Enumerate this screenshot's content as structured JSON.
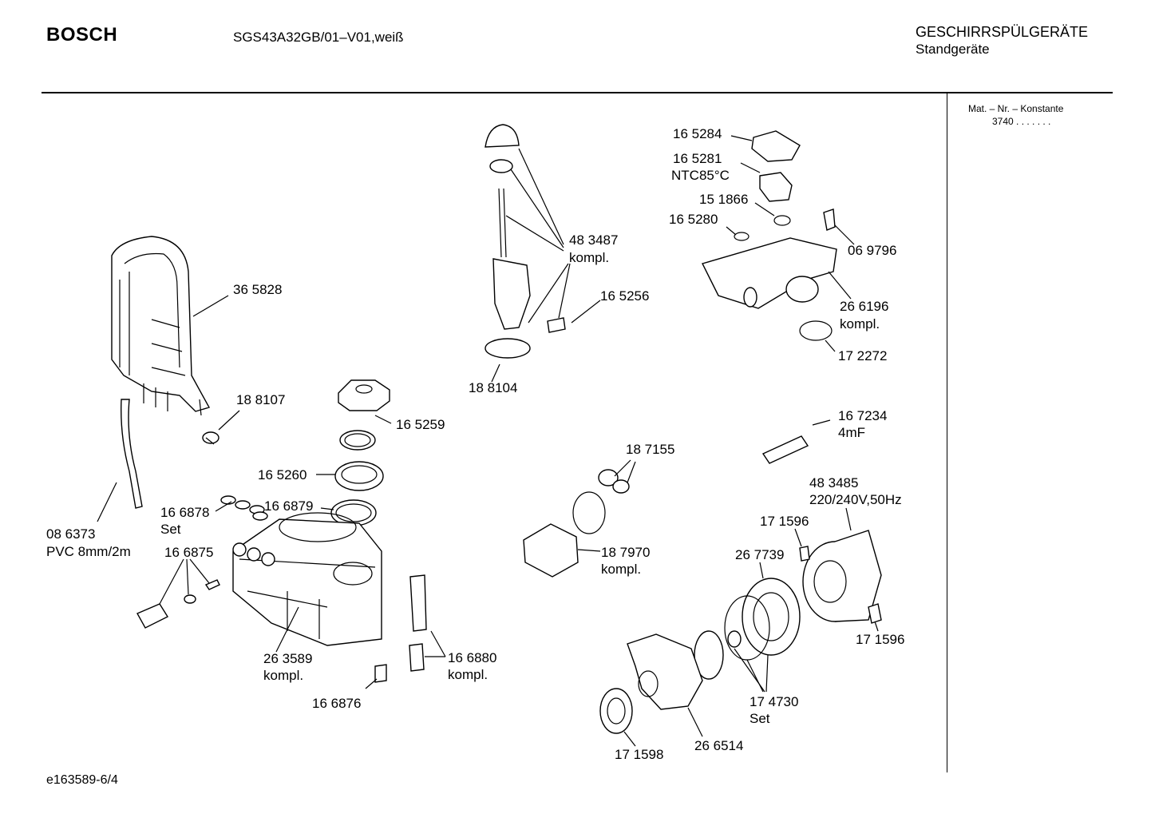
{
  "header": {
    "brand": "BOSCH",
    "model": "SGS43A32GB/01–V01,weiß",
    "category_line1": "GESCHIRRSPÜLGERÄTE",
    "category_line2": "Standgeräte"
  },
  "side_panel": {
    "line1": "Mat. – Nr. – Konstante",
    "line2": "3740  .  .  .   .  .  .  ."
  },
  "footer": {
    "code": "e163589-6/4"
  },
  "labels": {
    "p365828": "36 5828",
    "p188107": "18 8107",
    "p086373": "08 6373",
    "p086373_desc": "PVC 8mm/2m",
    "p166878": "16 6878",
    "p166878_desc": "Set",
    "p166875": "16 6875",
    "p165259": "16 5259",
    "p165260": "16 5260",
    "p166879": "16 6879",
    "p263589": "26 3589",
    "p263589_desc": "kompl.",
    "p166876": "16 6876",
    "p166880": "16 6880",
    "p166880_desc": "kompl.",
    "p483487": "48 3487",
    "p483487_desc": "kompl.",
    "p165256": "16 5256",
    "p188104": "18 8104",
    "p187155": "18 7155",
    "p187970": "18 7970",
    "p187970_desc": "kompl.",
    "p165284": "16 5284",
    "p165281": "16 5281",
    "p165281_desc": "NTC85°C",
    "p151866": "15 1866",
    "p165280": "16 5280",
    "p069796": "06 9796",
    "p266196": "26 6196",
    "p266196_desc": "kompl.",
    "p172272": "17 2272",
    "p167234": "16 7234",
    "p167234_desc": "4mF",
    "p483485": "48 3485",
    "p483485_desc": "220/240V,50Hz",
    "p171596a": "17 1596",
    "p171596b": "17 1596",
    "p267739": "26 7739",
    "p174730": "17 4730",
    "p174730_desc": "Set",
    "p171598": "17 1598",
    "p266514": "26 6514"
  }
}
